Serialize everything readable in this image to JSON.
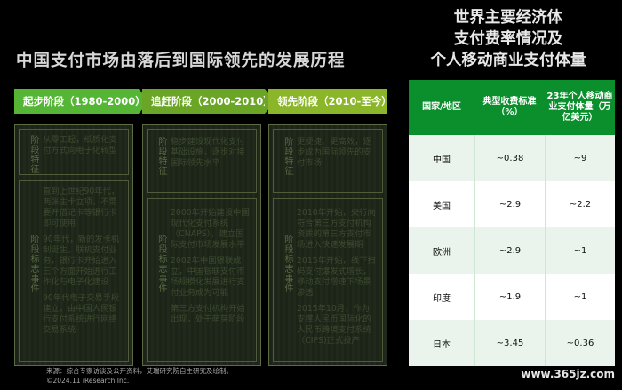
{
  "left_title": "中国支付市场由落后到国际领先的发展历程",
  "right_title": [
    "世界主要经济体",
    "支付费率情况及",
    "个人移动商业支付体量"
  ],
  "phases": [
    {
      "label": "起步阶段（1980-2000）",
      "color": "#55b535"
    },
    {
      "label": "追赶阶段（2000-2010）",
      "color": "#6aa526"
    },
    {
      "label": "领先阶段（2010-至今）",
      "color": "#8cb62a"
    }
  ],
  "columns": [
    {
      "feature_label": "阶段特征",
      "feature_text": "从零工起，纸质化支付方式向电子化转型",
      "events_label": "阶段标志事件",
      "events_text": [
        "直到上世纪90年代，两张主卡立项，不需要开借记卡等银行卡即可使用",
        "90年代，新的发卡机制诞生，联机支付业务，银行卡开始进入三个方面开始进行工作化与电子化建设",
        "90年代电子交易手段建立，由中国人民银行支付系统进行网络交易系统"
      ]
    },
    {
      "feature_label": "阶段特征",
      "feature_text": "稳步建设现代化支付基础设施，逐步对接国际领先水平",
      "events_label": "阶段标志事件",
      "events_text": [
        "2000年开始建设中国现代化支付系统（CNAPS），建立国际支付市场发展水平",
        "2002年中国银联成立，中国银联支付市场规模化发展进行支付业务成为可能",
        "第三方支付机构开始出现，处于萌芽阶段"
      ]
    },
    {
      "feature_label": "阶段特征",
      "feature_text": "更便捷、更高效，逐步成为国际领先的支付市场",
      "events_label": "阶段标志事件",
      "events_text": [
        "2010年开始，央行向符合第三方支付机构资质的第三方支付市场进入快速发展期",
        "2015年开始，线下扫码支付爆发式增长，移动支付增速下场景渗透",
        "2015年10月，作为支撑人民币国际化的人民币跨境支付系统（CIPS)正式投产"
      ]
    }
  ],
  "table": {
    "headers": [
      "国家/地区",
      "典型收费标准（%）",
      "23年个人移动商业支付体量（万亿美元）"
    ],
    "rows": [
      [
        "中国",
        "~0.38",
        "~9"
      ],
      [
        "美国",
        "~2.9",
        "~2.2"
      ],
      [
        "欧洲",
        "~2.9",
        "~1"
      ],
      [
        "印度",
        "~1.9",
        "~1"
      ],
      [
        "日本",
        "~3.45",
        "~0.36"
      ]
    ],
    "header_color": "#0b8f2d",
    "row_colors": [
      "#eaf4ec",
      "#ffffff"
    ]
  },
  "source": "来源：综合专家访谈及公开资料，艾瑞研究院自主研究及绘制。",
  "copyright": "©2024.11 iResearch Inc.",
  "watermark": "www.365jz.com"
}
